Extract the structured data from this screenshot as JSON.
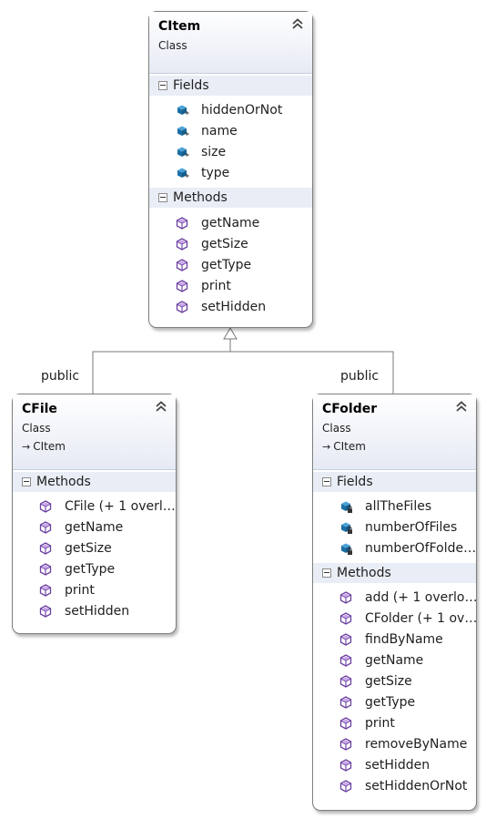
{
  "classes": {
    "citem": {
      "name": "CItem",
      "type": "Class",
      "fields_label": "Fields",
      "fields": [
        "hiddenOrNot",
        "name",
        "size",
        "type"
      ],
      "methods_label": "Methods",
      "methods": [
        "getName",
        "getSize",
        "getType",
        "print",
        "setHidden"
      ]
    },
    "cfile": {
      "name": "CFile",
      "type": "Class",
      "base": "CItem",
      "methods_label": "Methods",
      "methods": [
        "CFile (+ 1 overl…",
        "getName",
        "getSize",
        "getType",
        "print",
        "setHidden"
      ]
    },
    "cfolder": {
      "name": "CFolder",
      "type": "Class",
      "base": "CItem",
      "fields_label": "Fields",
      "fields": [
        "allTheFiles",
        "numberOfFiles",
        "numberOfFolde…"
      ],
      "methods_label": "Methods",
      "methods": [
        "add (+ 1 overlo…",
        "CFolder (+ 1 ov…",
        "findByName",
        "getName",
        "getSize",
        "getType",
        "print",
        "removeByName",
        "setHidden",
        "setHiddenOrNot"
      ]
    }
  },
  "connectors": {
    "left_label": "public",
    "right_label": "public"
  },
  "icons": {
    "field_protected": "field-protected-icon",
    "field_private": "field-private-icon",
    "method": "method-icon",
    "collapse": "double-chevron-up-icon",
    "inherits": "inherits-arrow-icon"
  },
  "colors": {
    "field_icon": "#1c6ea4",
    "method_icon": "#6b3fa0",
    "header_gradient_end": "#e6eaf4",
    "section_bg": "#e9edf5"
  }
}
